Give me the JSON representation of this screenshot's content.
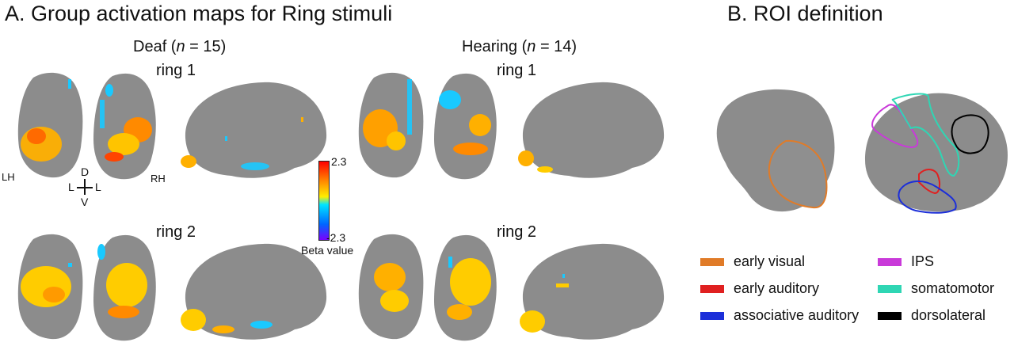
{
  "panelA": {
    "title": "A. Group activation maps for Ring stimuli",
    "groups": [
      {
        "name_pre": "Deaf (",
        "n": "n",
        "name_post": " = 15)"
      },
      {
        "name_pre": "Hearing (",
        "n": "n",
        "name_post": " = 14)"
      }
    ],
    "rings": [
      "ring 1",
      "ring 2"
    ],
    "hemisphere_labels": {
      "left": "LH",
      "right": "RH"
    },
    "orientation": {
      "dorsal": "D",
      "ventral": "V",
      "lateral": "L"
    },
    "colorbar": {
      "max": "2.3",
      "min": "-2.3",
      "label": "Beta value",
      "colors": [
        "#ff0000",
        "#ff8800",
        "#ffee00",
        "#00e5ff",
        "#0066ff",
        "#7a00ff"
      ]
    }
  },
  "panelB": {
    "title": "B. ROI definition",
    "legend": [
      {
        "label": "early visual",
        "color": "#e07b28"
      },
      {
        "label": "IPS",
        "color": "#c93ad9"
      },
      {
        "label": "early auditory",
        "color": "#e02020"
      },
      {
        "label": "somatomotor",
        "color": "#2fd6b4"
      },
      {
        "label": "associative auditory",
        "color": "#1c2fd9"
      },
      {
        "label": "dorsolateral",
        "color": "#000000"
      }
    ]
  },
  "colors": {
    "brain": "#8a8a8a",
    "brain_dark": "#6f6f6f",
    "hot": "#ffb000",
    "hot2": "#ff6a00",
    "cool": "#19c9ff"
  }
}
